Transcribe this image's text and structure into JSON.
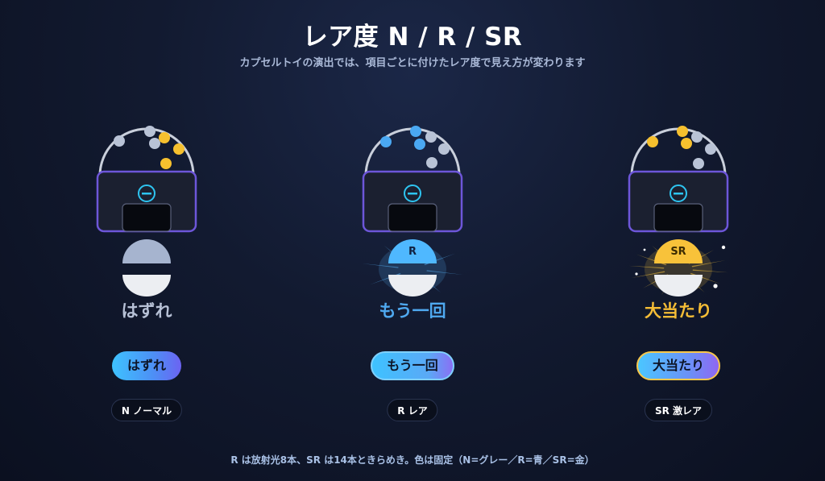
{
  "header": {
    "title": "レア度 N / R / SR",
    "subtitle": "カプセルトイの演出では、項目ごとに付けたレア度で見え方が変わります"
  },
  "cards": [
    {
      "key": "n",
      "capsule_label": "",
      "outcome": "はずれ",
      "pill_label": "はずれ",
      "rarity_tag": "N ノーマル",
      "top_color": "#a6b4cf",
      "text_color": "#b7c1d6",
      "rays": 0
    },
    {
      "key": "r",
      "capsule_label": "R",
      "outcome": "もう一回",
      "pill_label": "もう一回",
      "rarity_tag": "R レア",
      "top_color": "#4fb8ff",
      "text_color": "#4fa9f0",
      "rays": 8
    },
    {
      "key": "sr",
      "capsule_label": "SR",
      "outcome": "大当たり",
      "pill_label": "大当たり",
      "rarity_tag": "SR 激レア",
      "top_color": "#f8c23a",
      "text_color": "#f5bd36",
      "rays": 14
    }
  ],
  "colors": {
    "frame": "#6d56d9",
    "dome": "#c9cfdb",
    "ball_gold": "#f6c02e",
    "ball_gray": "#b9c3d6",
    "ball_blue": "#4aa8f2",
    "knob": "#2ec4f0"
  },
  "footer": {
    "note": "R は放射光8本、SR は14本ときらめき。色は固定（N=グレー／R=青／SR=金）"
  }
}
